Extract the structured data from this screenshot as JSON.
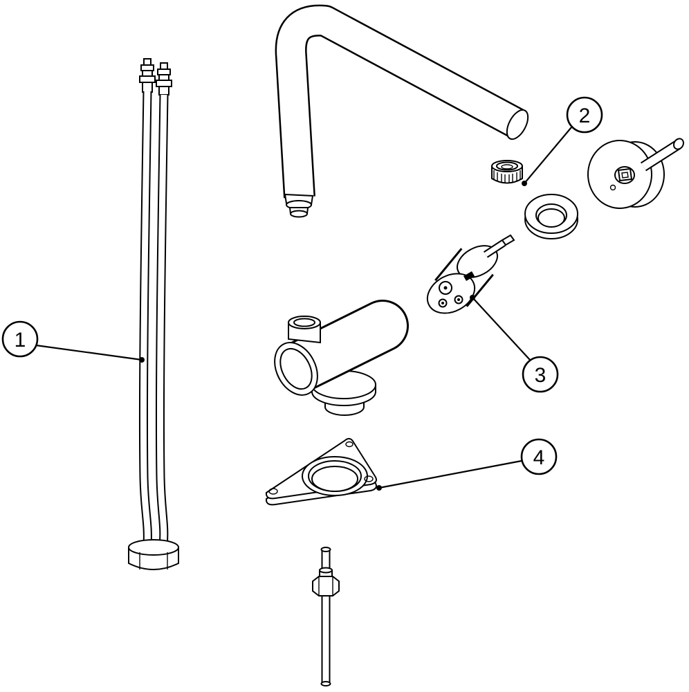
{
  "diagram": {
    "type": "exploded-parts-line-drawing",
    "colors": {
      "line": "#000000",
      "background": "#ffffff"
    }
  },
  "callouts": [
    {
      "label": "1",
      "target": "supply-hoses"
    },
    {
      "label": "2",
      "target": "aerator"
    },
    {
      "label": "3",
      "target": "cartridge"
    },
    {
      "label": "4",
      "target": "mounting-plate"
    }
  ]
}
